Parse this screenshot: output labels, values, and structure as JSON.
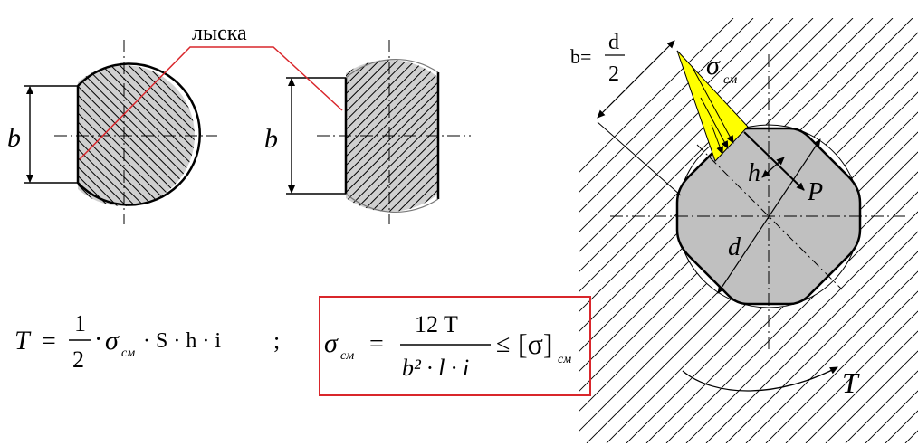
{
  "labels": {
    "flat": "лыска",
    "b_left": "b",
    "b_middle": "b",
    "b_right_prefix": "b=",
    "b_right_num": "d",
    "b_right_den": "2",
    "sigma_top": "σ",
    "sigma_top_sub": "см",
    "h": "h",
    "P": "P",
    "d": "d",
    "T": "T"
  },
  "formula1": {
    "T": "T",
    "eq": "=",
    "num": "1",
    "den": "2",
    "dot1": "·",
    "sigma": "σ",
    "sigma_sub": "см",
    "rest": "· S · h · i"
  },
  "separator": ";",
  "formula2": {
    "sigma": "σ",
    "sigma_sub": "см",
    "eq": "=",
    "num": "12 T",
    "den": "b² · l · i",
    "le": "≤",
    "bracket": "[σ]",
    "bracket_sub": "см"
  },
  "colors": {
    "highlight": "#d9262b",
    "section_fill": "#c0c0c0",
    "stress_fill": "#ffff00"
  }
}
